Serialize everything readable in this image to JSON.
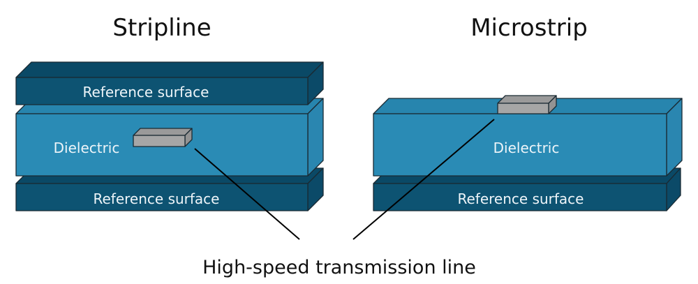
{
  "titles": {
    "left": "Stripline",
    "right": "Microstrip"
  },
  "stripline": {
    "top_reference_label": "Reference surface",
    "dielectric_label": "Dielectric",
    "bottom_reference_label": "Reference surface"
  },
  "microstrip": {
    "dielectric_label": "Dielectric",
    "bottom_reference_label": "Reference surface"
  },
  "caption": "High-speed transmission line",
  "colors": {
    "reference_front": "#0d5372",
    "reference_top": "#0a4966",
    "reference_side": "#0b4a68",
    "dielectric_front": "#2a8bb5",
    "dielectric_top": "#2785ae",
    "dielectric_side": "#2a86b0",
    "trace_front": "#a6a6a6",
    "trace_top": "#9a9a9a",
    "trace_side": "#939393",
    "outline": "#1a2a33"
  }
}
